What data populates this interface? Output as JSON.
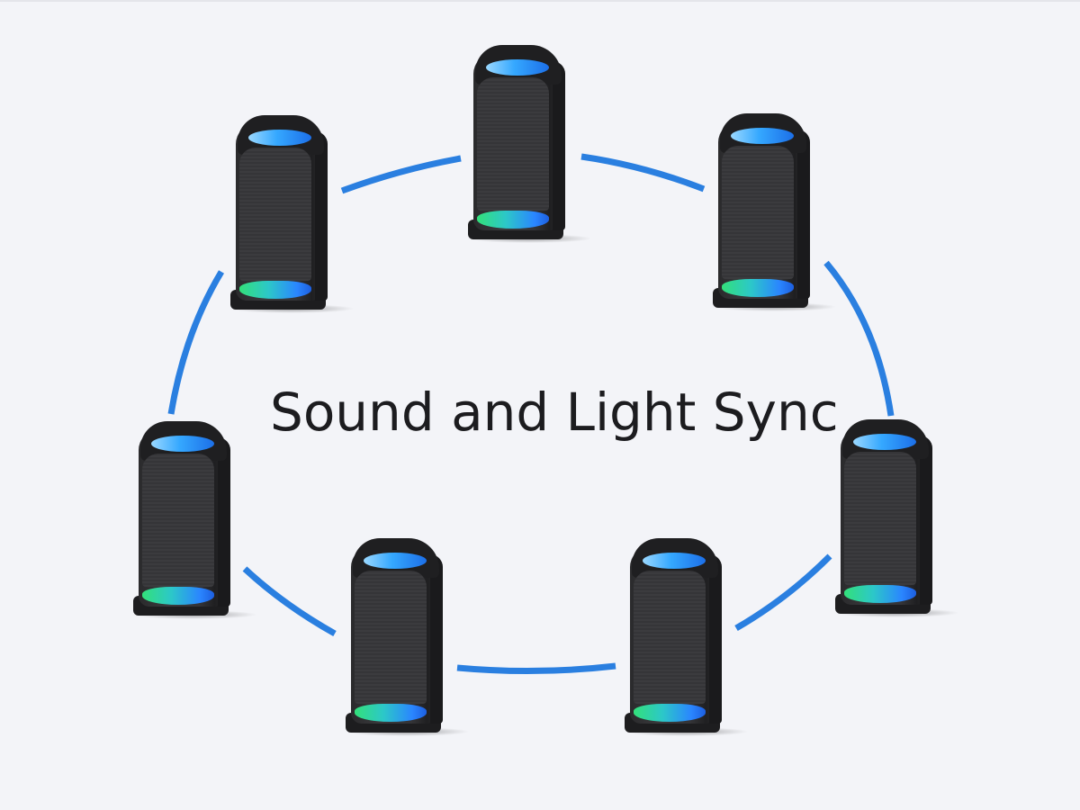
{
  "title": "Sound and Light Sync",
  "colors": {
    "background": "#f3f4f8",
    "link_line": "#2a7fe0",
    "speaker_body": "#343437",
    "light_blue": "#35a8ff",
    "light_green": "#33e07a",
    "text": "#1c1c1f"
  },
  "speakers": [
    {
      "name": "speaker-top-center"
    },
    {
      "name": "speaker-top-left"
    },
    {
      "name": "speaker-top-right"
    },
    {
      "name": "speaker-middle-left"
    },
    {
      "name": "speaker-middle-right"
    },
    {
      "name": "speaker-bottom-left"
    },
    {
      "name": "speaker-bottom-right"
    }
  ]
}
